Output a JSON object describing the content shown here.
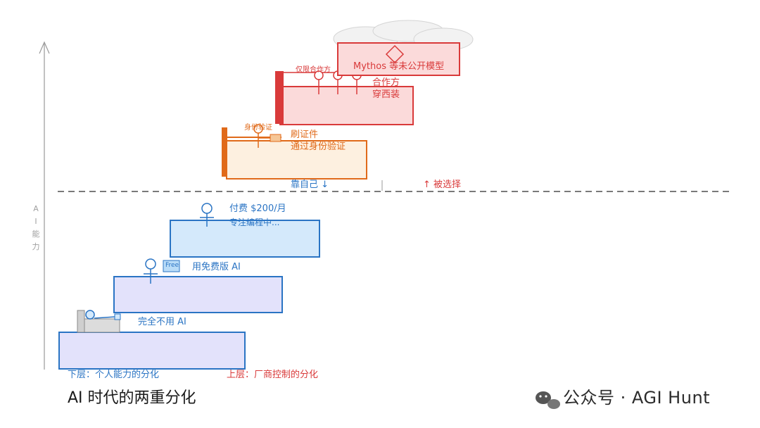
{
  "title": "AI 时代的两重分化",
  "y_axis_label": [
    "A",
    "I",
    "能",
    "力"
  ],
  "divider": {
    "left_label": "靠自己 ↓",
    "right_label": "↑ 被选择"
  },
  "lower_tiers": [
    {
      "label": "完全不用 AI"
    },
    {
      "label": "用免费版 AI",
      "badge": "Free"
    },
    {
      "label_line1": "付费 $200/月",
      "label_line2": "专注编程中..."
    }
  ],
  "upper_tiers": [
    {
      "label_line1": "刷证件",
      "label_line2": "通过身份验证",
      "small_label": "身份验证"
    },
    {
      "label_line1": "合作方",
      "label_line2": "穿西装",
      "small_label": "仅限合作方"
    },
    {
      "label": "Mythos 等未公开模型"
    }
  ],
  "legend": {
    "lower": "下层：个人能力的分化",
    "upper": "上层：厂商控制的分化"
  },
  "watermark": "公众号 · AGI Hunt",
  "colors": {
    "blue_stroke": "#2a74c4",
    "lavender_fill": "#e3e2fb",
    "light_blue_fill": "#d4e9fb",
    "orange_stroke": "#e06a1a",
    "orange_fill": "#fdf0e0",
    "red_stroke": "#d93a3a",
    "red_fill": "#fbdada",
    "divider": "#7a7a7a"
  }
}
